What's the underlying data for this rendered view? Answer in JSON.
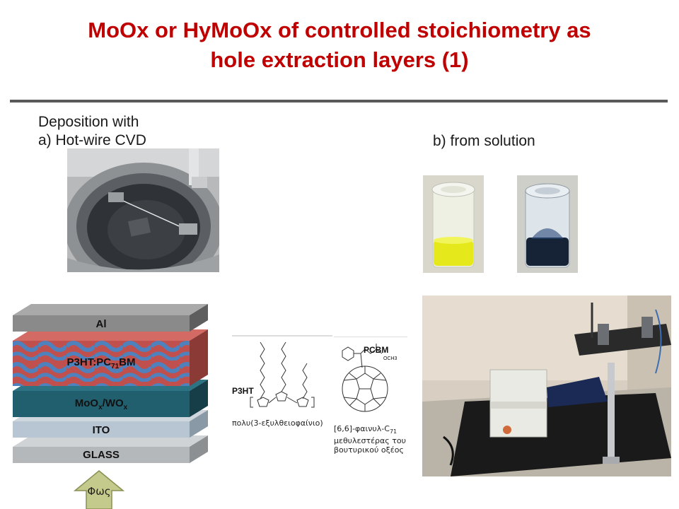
{
  "slide": {
    "title_line1": "MoOx or HyMoOx of controlled stoichiometry as",
    "title_line2": "hole extraction layers (1)"
  },
  "deposition": {
    "heading": "Deposition with",
    "a_label": "a) Hot-wire CVD",
    "b_label": "b) from solution"
  },
  "stack": {
    "layers": [
      "Al",
      "P3HT:PC",
      "MoO",
      "ITO",
      "GLASS"
    ],
    "p3ht_sub": "71",
    "p3ht_suffix": "BM",
    "moox_sub1": "x",
    "moox_mid": "/WO",
    "moox_sub2": "x",
    "light_label": "Φως"
  },
  "chem": {
    "p3ht_label": "P3HT",
    "p3ht_name": "πολυ(3-εξυλθειοφαίνιο)",
    "pcbm_label": "PCBM",
    "pcbm_group": "OCH3",
    "pcbm_name_l1": "[6,6]-φαινυλ-C",
    "pcbm_name_sub": "71",
    "pcbm_name_l2": "μεθυλεστέρας του",
    "pcbm_name_l3": "βουτυρικού οξέος"
  },
  "colors": {
    "title": "#c00000",
    "rule": "#595959",
    "p3ht_red": "#c0504d",
    "p3ht_blue": "#4f81bd",
    "moox_teal": "#215f6e",
    "arrow_fill": "#c4c98c"
  }
}
